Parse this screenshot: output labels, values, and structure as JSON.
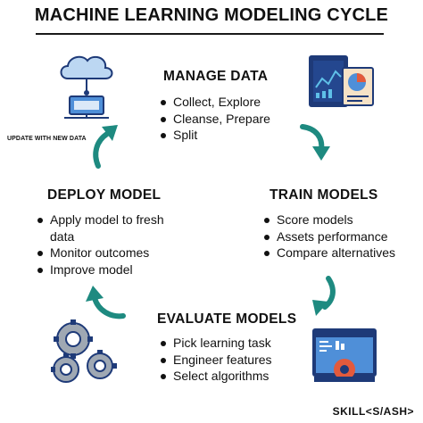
{
  "title": "MACHINE LEARNING MODELING CYCLE",
  "side_note": "UPDATE WITH NEW DATA",
  "brand": "SKILL<S/ASH>",
  "colors": {
    "arrow": "#1e8a80",
    "icon_blue": "#4f8fd8",
    "icon_navy": "#1e3a78",
    "icon_red": "#e35a3c",
    "icon_gray": "#9fa8b3"
  },
  "stages": {
    "manage_data": {
      "title": "MANAGE DATA",
      "bullets": [
        "Collect, Explore",
        "Cleanse, Prepare",
        "Split"
      ]
    },
    "train_models": {
      "title": "TRAIN MODELS",
      "bullets": [
        "Score models",
        "Assets performance",
        "Compare alternatives"
      ]
    },
    "evaluate_models": {
      "title": "EVALUATE MODELS",
      "bullets": [
        "Pick learning task",
        "Engineer features",
        "Select algorithms"
      ]
    },
    "deploy_model": {
      "title": "DEPLOY MODEL",
      "bullets": [
        "Apply model to fresh",
        "data",
        "Monitor outcomes",
        "Improve model"
      ]
    }
  }
}
